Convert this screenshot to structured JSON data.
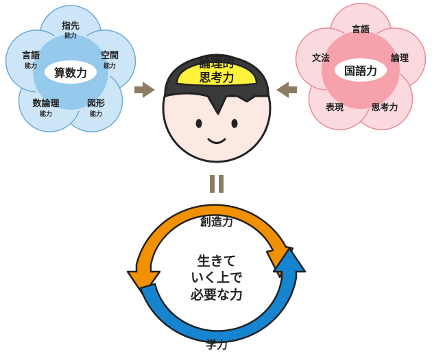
{
  "left_flower": {
    "center": "算数力",
    "items": [
      {
        "main": "指先",
        "sub": "能力"
      },
      {
        "main": "空間",
        "sub": "能力"
      },
      {
        "main": "図形",
        "sub": "能力"
      },
      {
        "main": "数論理",
        "sub": "能力"
      },
      {
        "main": "言語",
        "sub": "能力"
      }
    ],
    "colors": {
      "outer": "#cde6f7",
      "inner": "#96caed",
      "stroke": "#6aa9d8"
    }
  },
  "right_flower": {
    "center": "国語力",
    "items": [
      "言語",
      "論理",
      "思考力",
      "表現",
      "文法"
    ],
    "colors": {
      "outer": "#fbdadf",
      "inner": "#f5a2ad",
      "stroke": "#e98b98"
    }
  },
  "head": {
    "cap_line1": "論理的",
    "cap_line2": "思考力",
    "colors": {
      "cap": "#fff23a",
      "hair": "#3a3a3a",
      "skin": "#fde9e4"
    }
  },
  "cycle": {
    "top_label": "創造力",
    "bottom_label": "学力",
    "center_line1": "生きて",
    "center_line2": "いく上で",
    "center_line3": "必要な力",
    "colors": {
      "orange": "#f29100",
      "blue": "#1784d0"
    }
  },
  "arrow_color": "#8b7d62"
}
